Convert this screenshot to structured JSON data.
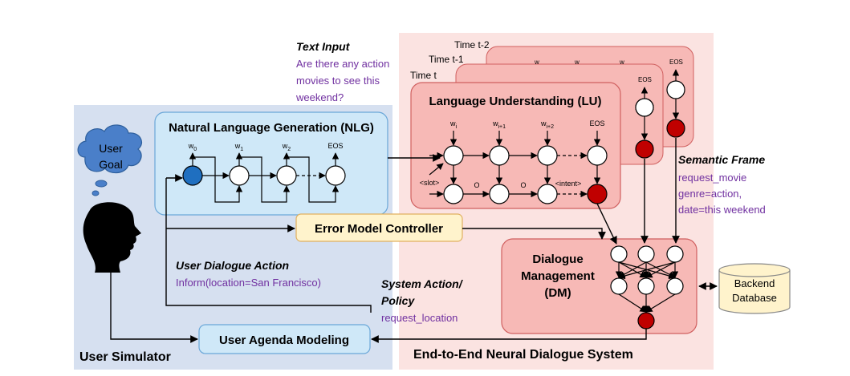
{
  "user_simulator": {
    "label": "User Simulator",
    "user_goal": "User\nGoal",
    "nlg": {
      "title": "Natural Language Generation (NLG)",
      "word_labels": [
        "w",
        "w",
        "w",
        "EOS"
      ],
      "word_subscripts": [
        "0",
        "1",
        "2",
        ""
      ]
    },
    "error_model": "Error Model Controller",
    "user_agenda": "User Agenda Modeling",
    "user_action_heading": "User Dialogue Action",
    "user_action_value": "Inform(location=San Francisco)"
  },
  "system": {
    "label": "End-to-End Neural Dialogue System",
    "text_input_heading": "Text Input",
    "text_input_lines": [
      "Are there any action",
      "movies to see this",
      "weekend?"
    ],
    "time_labels": [
      "Time t-2",
      "Time t-1",
      "Time t"
    ],
    "lu": {
      "title": "Language Understanding (LU)",
      "word_labels": [
        "w",
        "w",
        "w",
        "EOS"
      ],
      "word_subscripts": [
        "i",
        "i+1",
        "i+2",
        ""
      ],
      "tag_labels": [
        "<slot>",
        "O",
        "O",
        "<intent>"
      ]
    },
    "semantic_frame_heading": "Semantic Frame",
    "semantic_frame_lines": [
      "request_movie",
      "genre=action,",
      "date=this weekend"
    ],
    "dm": {
      "title_lines": [
        "Dialogue",
        "Management",
        "(DM)"
      ]
    },
    "system_action_heading_lines": [
      "System Action/",
      "Policy"
    ],
    "system_action_value": "request_location",
    "database_lines": [
      "Backend",
      "Database"
    ]
  },
  "colors": {
    "user_sim_bg": "#d6e0f0",
    "system_bg": "#fbe3e1",
    "nlg_fill": "#cfe8f8",
    "lu_fill": "#f7b9b6",
    "error_model_fill": "#fff3cc",
    "blue_node": "#1f6fc0",
    "red_node": "#c00000",
    "purple_text": "#7030a0"
  }
}
